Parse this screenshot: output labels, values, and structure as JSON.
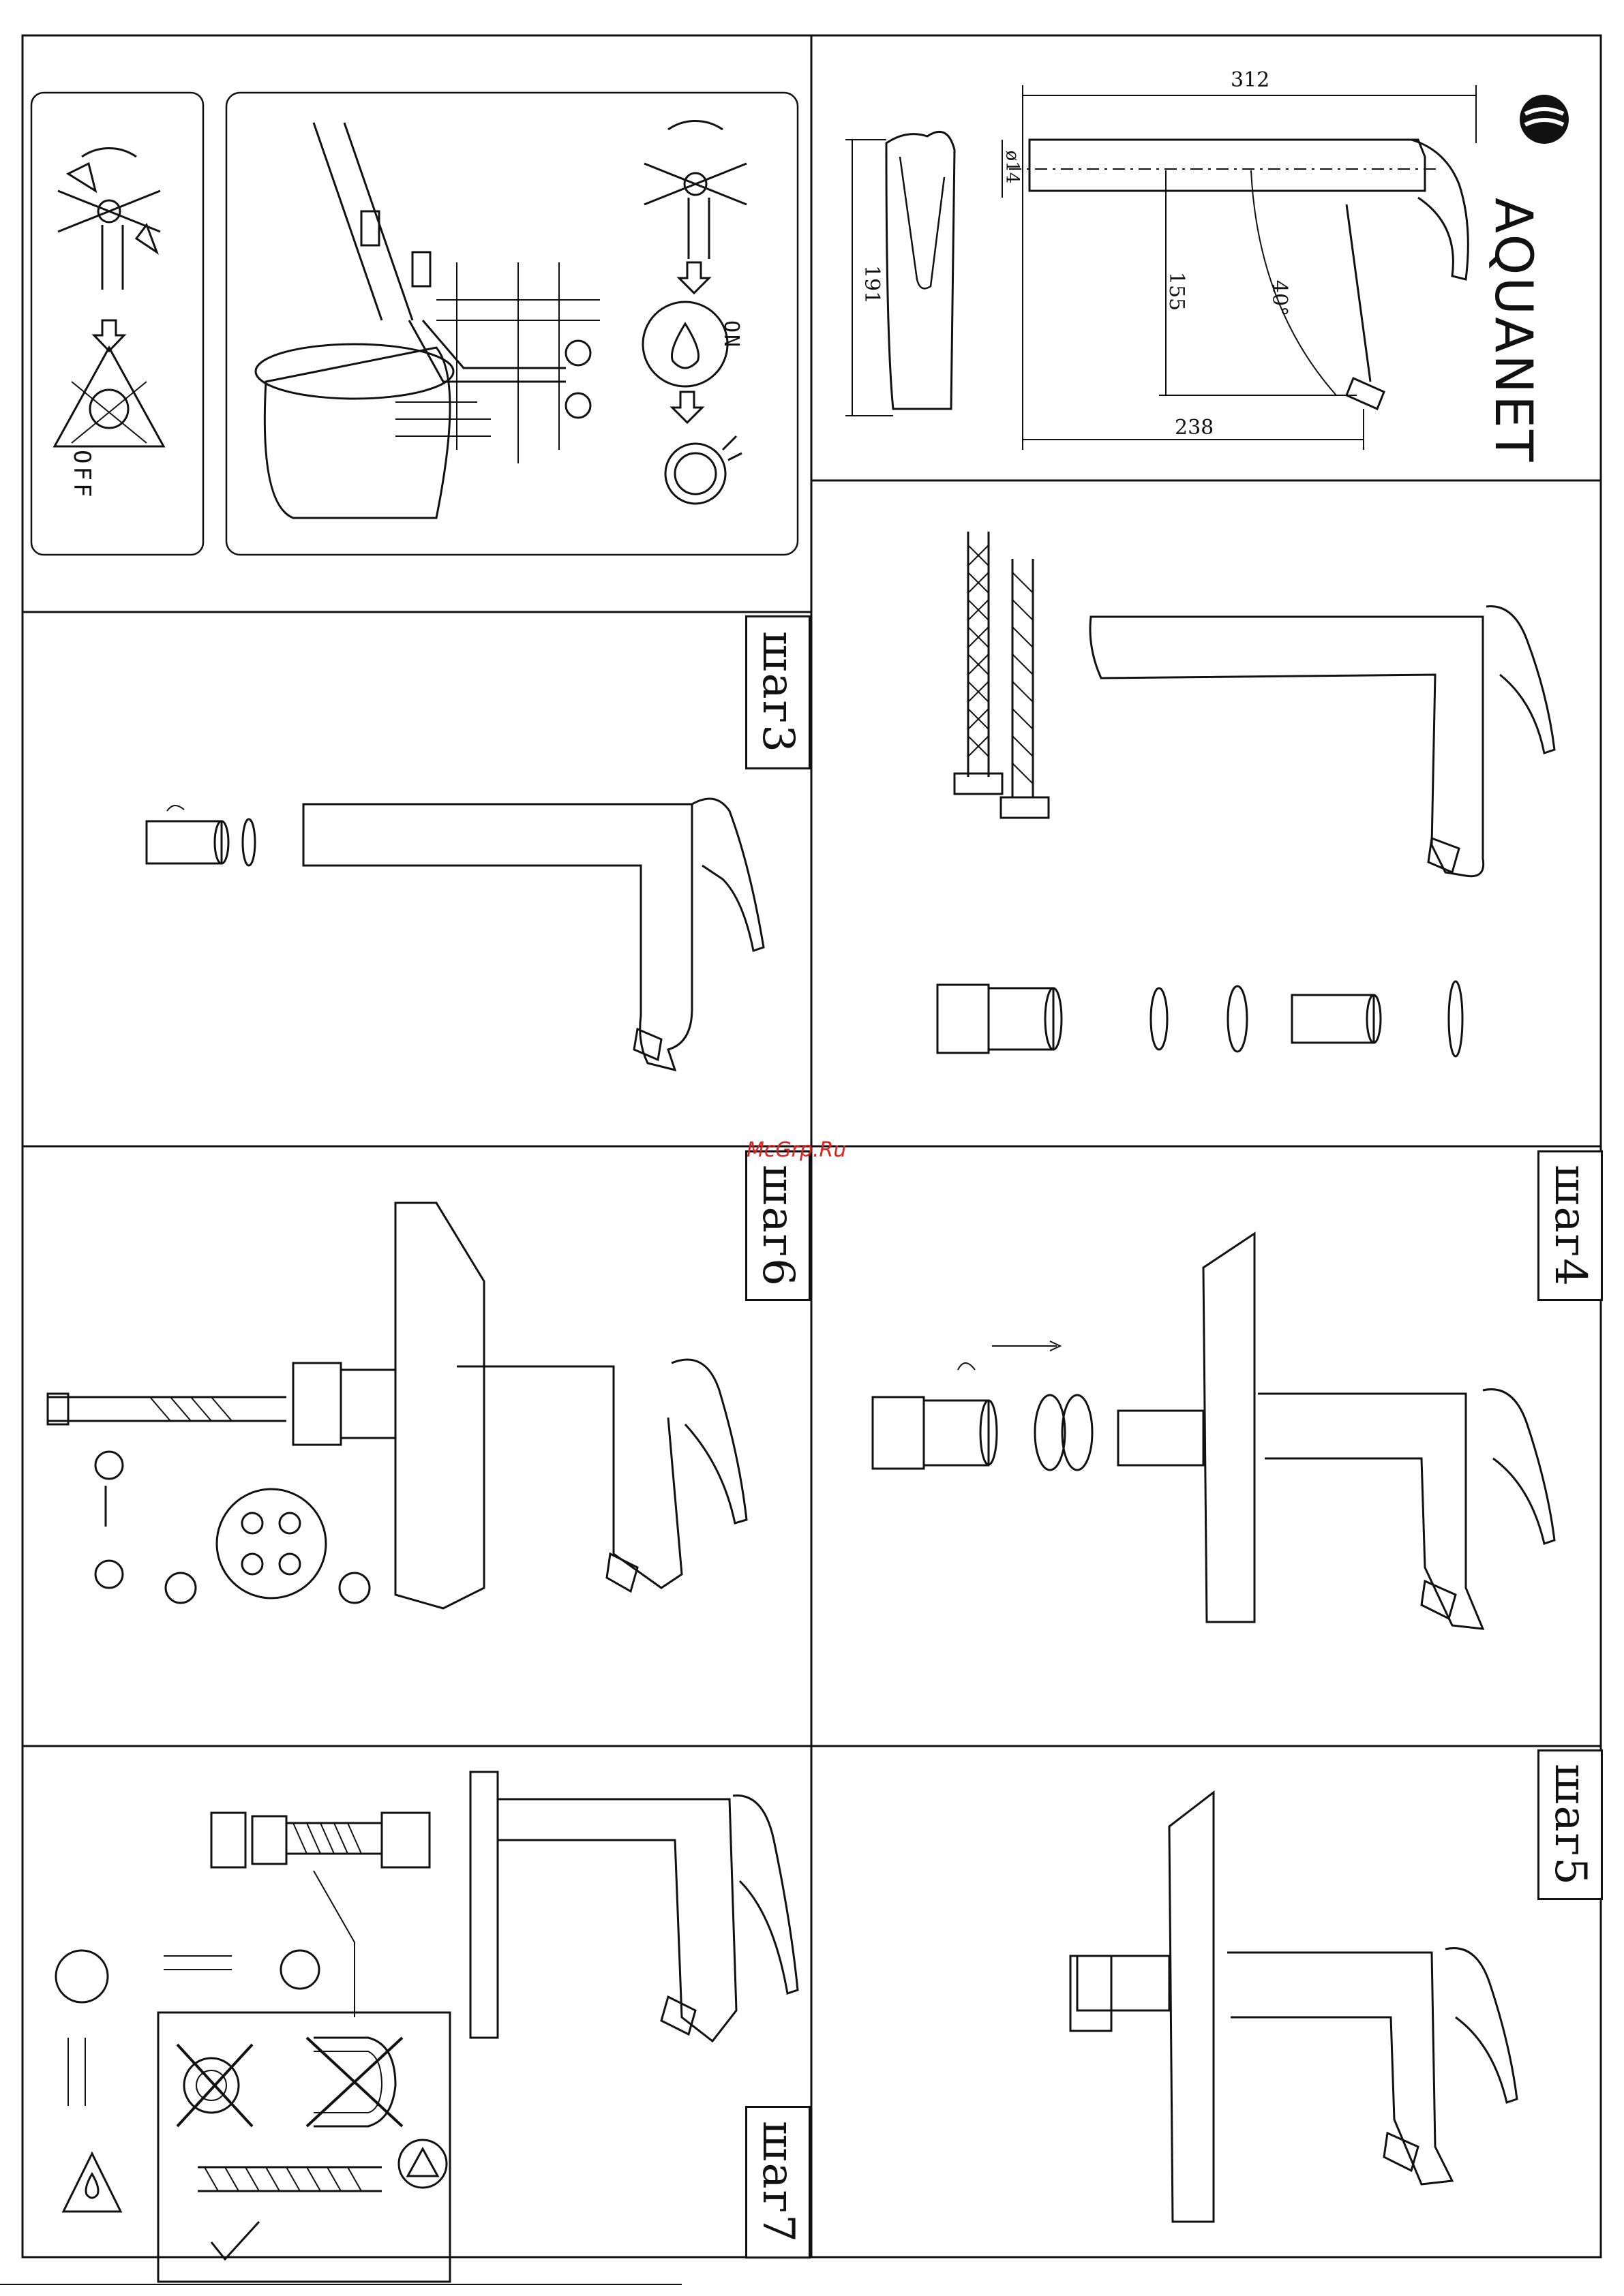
{
  "brand": {
    "name": "AQUANET"
  },
  "watermark": "McGrp.Ru",
  "dimensions": {
    "total_length": "312",
    "pipe_diameter": "ø14",
    "height": "191",
    "depth": "155",
    "angle": "40°",
    "spout_length": "238"
  },
  "temperature_panel": {
    "off_label": "OFF",
    "on_label": "ON"
  },
  "steps": {
    "step3": "шаг3",
    "step4": "шаг4",
    "step5": "шаг5",
    "step6": "шаг6",
    "step7": "шаг7"
  },
  "icons": {
    "handle": "lever-handle-icon",
    "warning": "warning-triangle-icon",
    "drop": "water-drop-icon",
    "timer": "timer-icon",
    "wrench": "wrench-icon",
    "hot": "hot-water-icon",
    "cold": "cold-water-icon"
  }
}
